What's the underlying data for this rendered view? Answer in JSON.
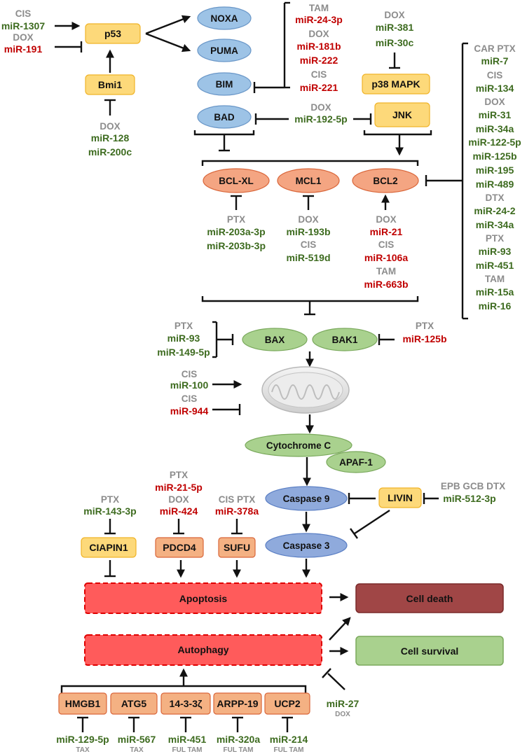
{
  "nodes": {
    "p53": "p53",
    "bmi1": "Bmi1",
    "noxa": "NOXA",
    "puma": "PUMA",
    "bim": "BIM",
    "bad": "BAD",
    "p38": "p38 MAPK",
    "jnk": "JNK",
    "bclxl": "BCL-XL",
    "mcl1": "MCL1",
    "bcl2": "BCL2",
    "bax": "BAX",
    "bak1": "BAK1",
    "cytc": "Cytochrome C",
    "apaf1": "APAF-1",
    "casp9": "Caspase 9",
    "casp3": "Caspase 3",
    "livin": "LIVIN",
    "ciapin1": "CIAPIN1",
    "pdcd4": "PDCD4",
    "sufu": "SUFU",
    "apoptosis": "Apoptosis",
    "autophagy": "Autophagy",
    "celldeath": "Cell death",
    "cellsurvival": "Cell survival",
    "hmgb1": "HMGB1",
    "atg5": "ATG5",
    "ywha": "14-3-3ζ",
    "arpp19": "ARPP-19",
    "ucp2": "UCP2"
  },
  "labels": {
    "cis1": "CIS",
    "mir1307": "miR-1307",
    "dox1": "DOX",
    "mir191": "miR-191",
    "dox2": "DOX",
    "mir128": "miR-128",
    "mir200c": "miR-200c",
    "tam1": "TAM",
    "mir24_3p": "miR-24-3p",
    "dox3": "DOX",
    "mir181b": "miR-181b",
    "mir222": "miR-222",
    "cis2": "CIS",
    "mir221": "miR-221",
    "dox4": "DOX",
    "mir381": "miR-381",
    "mir30c": "miR-30c",
    "dox5": "DOX",
    "mir192_5p": "miR-192-5p",
    "carptx": "CAR PTX",
    "mir7": "miR-7",
    "cis3": "CIS",
    "mir134": "miR-134",
    "dox6": "DOX",
    "mir31": "miR-31",
    "mir34a_1": "miR-34a",
    "mir122_5p": "miR-122-5p",
    "mir125b_1": "miR-125b",
    "mir195": "miR-195",
    "mir489": "miR-489",
    "dtx1": "DTX",
    "mir24_2": "miR-24-2",
    "mir34a_2": "miR-34a",
    "ptx1": "PTX",
    "mir93_1": "miR-93",
    "mir451_1": "miR-451",
    "tam2": "TAM",
    "mir15a": "miR-15a",
    "mir16": "miR-16",
    "ptx2": "PTX",
    "mir203a": "miR-203a-3p",
    "mir203b": "miR-203b-3p",
    "dox7": "DOX",
    "mir193b": "miR-193b",
    "cis4": "CIS",
    "mir519d": "miR-519d",
    "dox8": "DOX",
    "mir21": "miR-21",
    "cis5": "CIS",
    "mir106a": "miR-106a",
    "tam3": "TAM",
    "mir663b": "miR-663b",
    "ptx3": "PTX",
    "mir93_2": "miR-93",
    "mir149": "miR-149-5p",
    "ptx4": "PTX",
    "mir125b_2": "miR-125b",
    "cis6": "CIS",
    "mir100": "miR-100",
    "cis7": "CIS",
    "mir944": "miR-944",
    "ptx5": "PTX",
    "mir143": "miR-143-3p",
    "ptx6": "PTX",
    "mir21_5p": "miR-21-5p",
    "dox9": "DOX",
    "mir424": "miR-424",
    "cisptx": "CIS  PTX",
    "mir378a": "miR-378a",
    "epbgcbdtx": "EPB  GCB  DTX",
    "mir512": "miR-512-3p",
    "mir27": "miR-27",
    "dox10": "DOX",
    "mir129": "miR-129-5p",
    "tax1": "TAX",
    "mir567": "miR-567",
    "tax2": "TAX",
    "mir451_2": "miR-451",
    "fultam1": "FUL  TAM",
    "mir320a": "miR-320a",
    "fultam2": "FUL  TAM",
    "mir214": "miR-214",
    "fultam3": "FUL  TAM"
  },
  "colors": {
    "mirna_sensitizing": "#3d6b1f",
    "mirna_resistance": "#c00000",
    "drug_label": "#8c8c8c"
  }
}
